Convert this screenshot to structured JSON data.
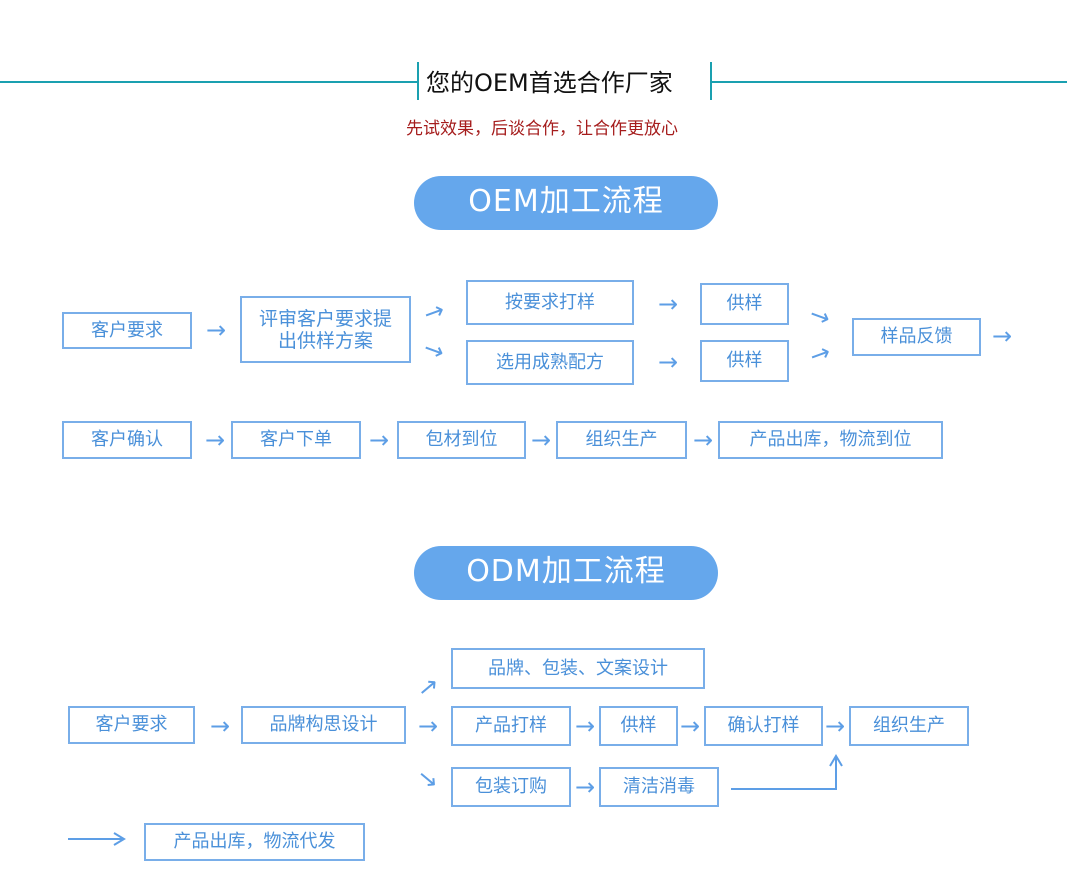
{
  "header": {
    "title": "您的OEM首选合作厂家",
    "subtitle": "先试效果，后谈合作，让合作更放心"
  },
  "oem": {
    "title": "OEM加工流程",
    "steps": {
      "customer_request": "客户要求",
      "review": "评审客户要求提出供样方案",
      "sample_by_request": "按要求打样",
      "sample_supply_1": "供样",
      "select_materials": "选用成熟配方",
      "sample_supply_2": "供样",
      "sample_feedback": "样品反馈",
      "customer_confirm": "客户确认",
      "customer_order": "客户下单",
      "packaging_ready": "包材到位",
      "production": "组织生产",
      "ship_out": "产品出库，物流到位"
    }
  },
  "odm": {
    "title": "ODM加工流程",
    "steps": {
      "customer_request": "客户要求",
      "brand_concept": "品牌构思设计",
      "brand_design": "品牌、包装、文案设计",
      "product_sample": "产品打样",
      "sample_supply": "供样",
      "confirm_sample": "确认打样",
      "production": "组织生产",
      "packaging_order": "包装订购",
      "disinfect": "清洁消毒",
      "ship_out": "产品出库，物流代发"
    }
  },
  "arrow_glyph": "→",
  "colors": {
    "teal_line": "#1aa0b0",
    "subtitle_red": "#a51c1c",
    "pill_blue": "#65a7ec",
    "box_border": "#79aee9",
    "box_text": "#4a90d9"
  }
}
